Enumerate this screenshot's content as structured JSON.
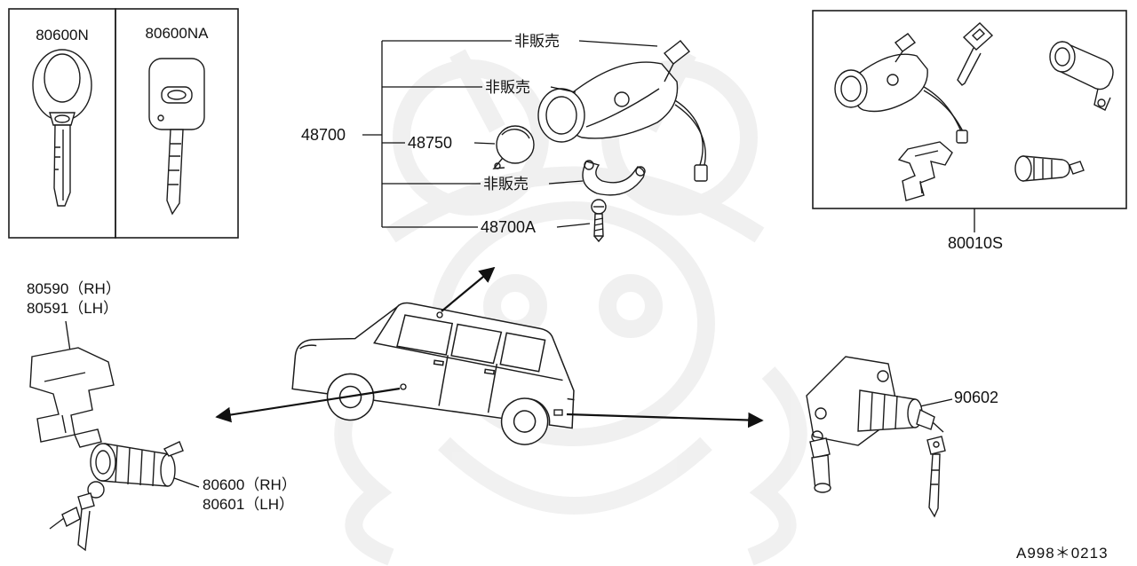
{
  "page": {
    "footer_code": "A998＊0213"
  },
  "key_panel": {
    "items": [
      {
        "label": "80600N"
      },
      {
        "label": "80600NA"
      }
    ]
  },
  "ignition": {
    "group_label": "48700",
    "callouts": [
      {
        "label": "非販売"
      },
      {
        "label": "非販売"
      },
      {
        "label": "48750"
      },
      {
        "label": "非販売"
      },
      {
        "label": "48700A"
      }
    ]
  },
  "lock_set": {
    "label": "80010S"
  },
  "door_lock": {
    "bracket_rh": "80590（RH）",
    "bracket_lh": "80591（LH）",
    "cylinder_rh": "80600（RH）",
    "cylinder_lh": "80601（LH）"
  },
  "back_door_lock": {
    "label": "90602"
  }
}
